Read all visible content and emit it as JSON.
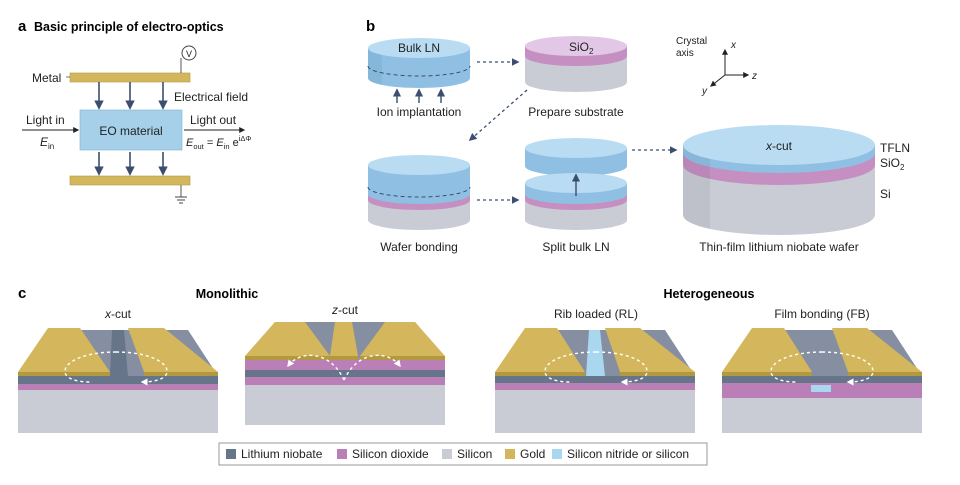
{
  "colors": {
    "lithium_niobate": "#67758a",
    "silicon_dioxide": "#bb7fb8",
    "silicon": "#c9ccd5",
    "gold": "#d4b75c",
    "silicon_nitride": "#a9d7f0",
    "ln_wafer": "#a6d2ef",
    "eo_box": "#a6cfe9",
    "arrow": "#3b4e70"
  },
  "panel_a": {
    "letter": "a",
    "title": "Basic principle of electro-optics",
    "metal": "Metal",
    "voltmeter": "V",
    "field": "Electrical field",
    "light_in": "Light in",
    "e_in_main": "E",
    "e_in_sub": "in",
    "eo_material": "EO material",
    "light_out": "Light out",
    "eq_eout": "E",
    "eq_eout_sub": "out",
    "eq_equals": " = ",
    "eq_ein": "E",
    "eq_ein_sub": "in",
    "eq_exp_base": " e",
    "eq_exp": "iΔΦ"
  },
  "panel_b": {
    "letter": "b",
    "bulk_ln": "Bulk LN",
    "ion_implant": "Ion implantation",
    "sio2_main": "SiO",
    "sio2_sub": "2",
    "prepare": "Prepare substrate",
    "wafer_bonding": "Wafer bonding",
    "split": "Split bulk LN",
    "crystal_axis_l1": "Crystal",
    "crystal_axis_l2": "axis",
    "axis_x": "x",
    "axis_y": "y",
    "axis_z": "z",
    "xcut_it": "x",
    "xcut_rest": "-cut",
    "tfln": "TFLN",
    "sio2_main_r": "SiO",
    "sio2_sub_r": "2",
    "si": "Si",
    "tfln_wafer": "Thin-film lithium niobate wafer"
  },
  "panel_c": {
    "letter": "c",
    "monolithic": "Monolithic",
    "heterogeneous": "Heterogeneous",
    "xcut_it": "x",
    "xcut_rest": "-cut",
    "zcut_it": "z",
    "zcut_rest": "-cut",
    "rib": "Rib loaded (RL)",
    "film": "Film bonding (FB)"
  },
  "legend": [
    {
      "label": "Lithium niobate",
      "color": "#67758a"
    },
    {
      "label": "Silicon dioxide",
      "color": "#bb7fb8"
    },
    {
      "label": "Silicon",
      "color": "#c9ccd5"
    },
    {
      "label": "Gold",
      "color": "#d4b75c"
    },
    {
      "label": "Silicon nitride or silicon",
      "color": "#a9d7f0"
    }
  ]
}
